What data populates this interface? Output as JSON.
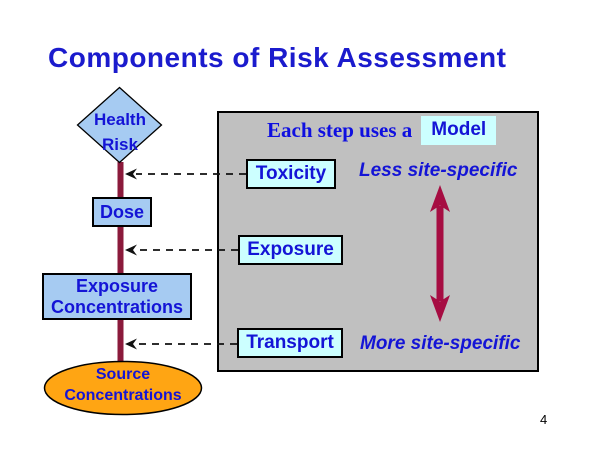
{
  "slide": {
    "title": "Components of Risk Assessment",
    "page_number": "4"
  },
  "flow": {
    "health_risk": {
      "line1": "Health",
      "line2": "Risk"
    },
    "dose": "Dose",
    "exposure_concentrations": {
      "line1": "Exposure",
      "line2": "Concentrations"
    },
    "source_concentrations": {
      "line1": "Source",
      "line2": "Concentrations"
    }
  },
  "panel": {
    "header_prefix": "Each step uses a",
    "header_highlight": "Model",
    "boxes": {
      "toxicity": "Toxicity",
      "exposure": "Exposure",
      "transport": "Transport"
    },
    "scale": {
      "top_label": "Less site-specific",
      "bottom_label": "More site-specific"
    }
  },
  "colors": {
    "title_blue": "#1b1bcd",
    "text_blue": "#1414d6",
    "serif_header_blue": "#0f0fe0",
    "light_blue_fill": "#a6cbf2",
    "cyan_fill": "#ccffff",
    "orange_fill": "#ffa513",
    "panel_gray": "#c0c0c0",
    "maroon_line": "#8b1a3b",
    "maroon_arrow": "#a60d42",
    "connector_black": "#111111"
  }
}
